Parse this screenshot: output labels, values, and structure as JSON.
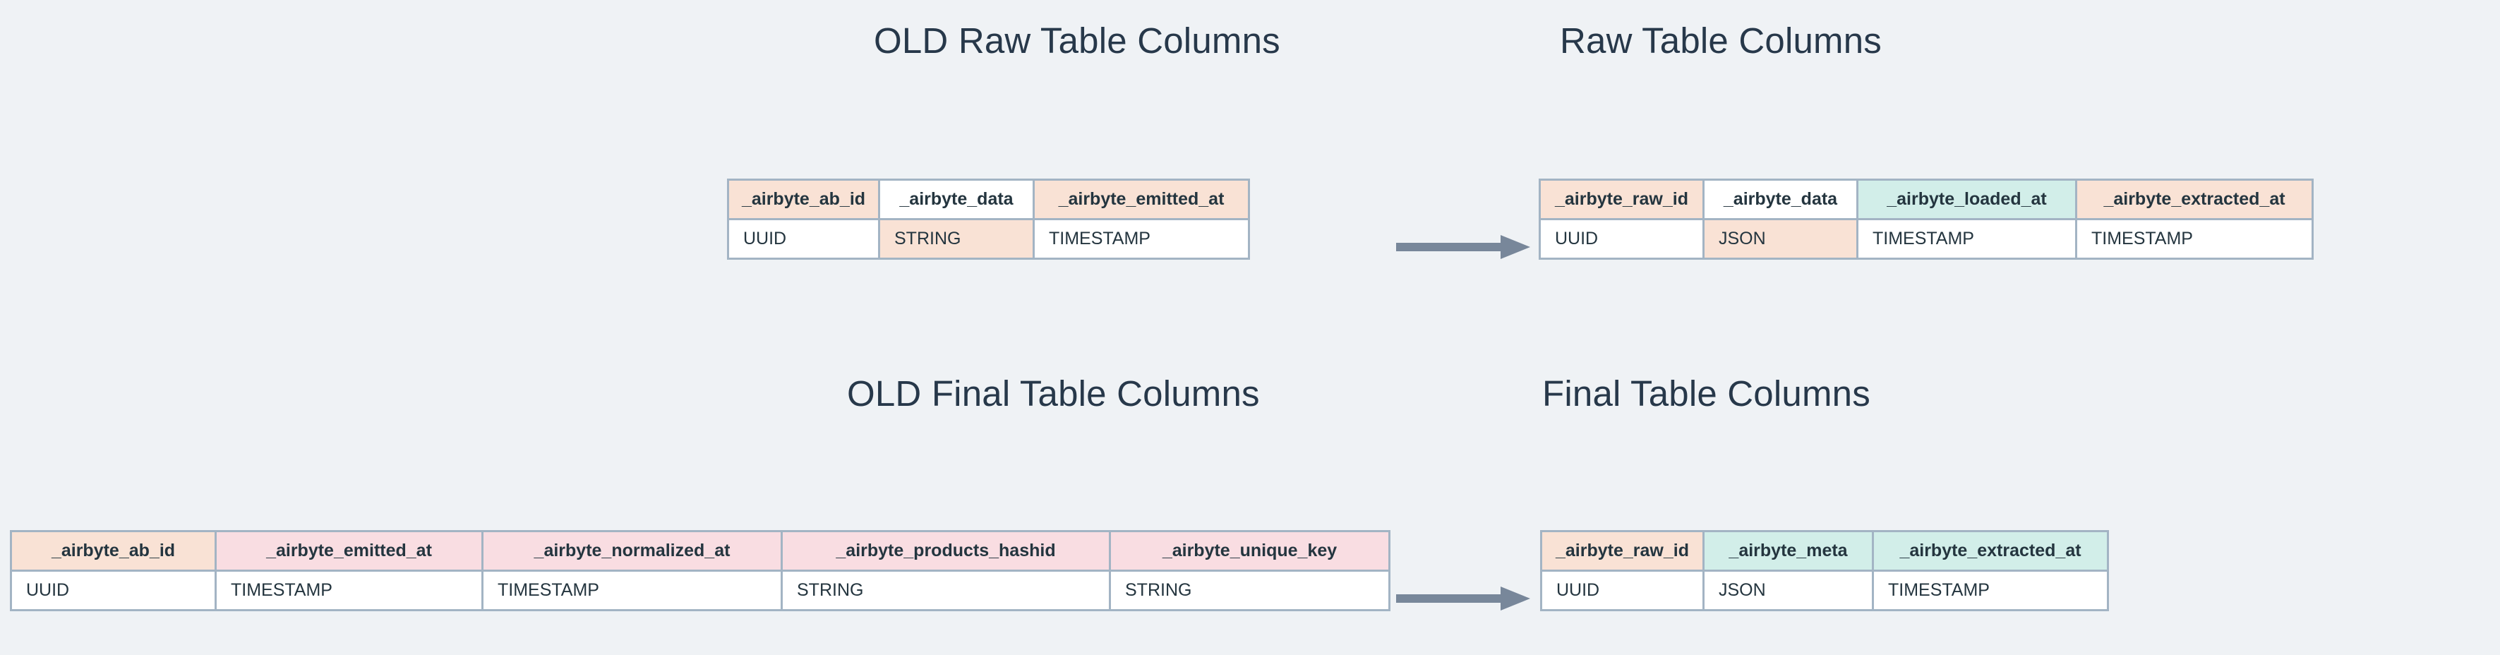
{
  "page": {
    "background_color": "#eff2f5",
    "text_color": "#24353f",
    "border_color": "#a3b4c4",
    "arrow_color": "#78879a",
    "fill_peach": "#f9e2d5",
    "fill_teal": "#d2eee9",
    "fill_pink": "#f9dde2",
    "fill_white": "#ffffff"
  },
  "titles": {
    "old_raw": "OLD Raw Table Columns",
    "new_raw": "Raw Table Columns",
    "old_final": "OLD Final Table Columns",
    "new_final": "Final Table Columns"
  },
  "arrows": {
    "raw": "arrow-right",
    "final": "arrow-right"
  },
  "tables": {
    "old_raw": {
      "name": "OLD Raw Table Columns",
      "columns": [
        {
          "header": "_airbyte_ab_id",
          "type": "UUID",
          "header_fill": "peach",
          "type_fill": "white"
        },
        {
          "header": "_airbyte_data",
          "type": "STRING",
          "header_fill": "white",
          "type_fill": "peach"
        },
        {
          "header": "_airbyte_emitted_at",
          "type": "TIMESTAMP",
          "header_fill": "peach",
          "type_fill": "white"
        }
      ]
    },
    "new_raw": {
      "name": "Raw Table Columns",
      "columns": [
        {
          "header": "_airbyte_raw_id",
          "type": "UUID",
          "header_fill": "peach",
          "type_fill": "white"
        },
        {
          "header": "_airbyte_data",
          "type": "JSON",
          "header_fill": "white",
          "type_fill": "peach"
        },
        {
          "header": "_airbyte_loaded_at",
          "type": "TIMESTAMP",
          "header_fill": "teal",
          "type_fill": "white"
        },
        {
          "header": "_airbyte_extracted_at",
          "type": "TIMESTAMP",
          "header_fill": "peach",
          "type_fill": "white"
        }
      ]
    },
    "old_final": {
      "name": "OLD Final Table Columns",
      "columns": [
        {
          "header": "_airbyte_ab_id",
          "type": "UUID",
          "header_fill": "peach",
          "type_fill": "white"
        },
        {
          "header": "_airbyte_emitted_at",
          "type": "TIMESTAMP",
          "header_fill": "pink",
          "type_fill": "white"
        },
        {
          "header": "_airbyte_normalized_at",
          "type": "TIMESTAMP",
          "header_fill": "pink",
          "type_fill": "white"
        },
        {
          "header": "_airbyte_products_hashid",
          "type": "STRING",
          "header_fill": "pink",
          "type_fill": "white"
        },
        {
          "header": "_airbyte_unique_key",
          "type": "STRING",
          "header_fill": "pink",
          "type_fill": "white"
        }
      ]
    },
    "new_final": {
      "name": "Final Table Columns",
      "columns": [
        {
          "header": "_airbyte_raw_id",
          "type": "UUID",
          "header_fill": "peach",
          "type_fill": "white"
        },
        {
          "header": "_airbyte_meta",
          "type": "JSON",
          "header_fill": "teal",
          "type_fill": "white"
        },
        {
          "header": "_airbyte_extracted_at",
          "type": "TIMESTAMP",
          "header_fill": "teal",
          "type_fill": "white"
        }
      ]
    }
  }
}
